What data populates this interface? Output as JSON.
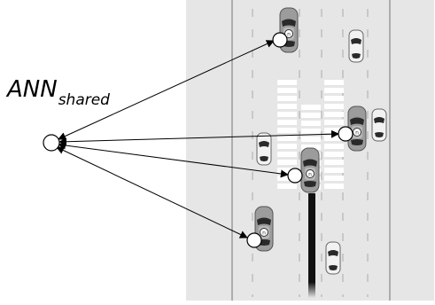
{
  "diagram": {
    "label_main": "ANN",
    "label_sub": "shared",
    "car_badge": "n",
    "colors": {
      "road": "#e6e6e6",
      "lane_marking": "#ffffff",
      "road_edge_line": "#9a9a9a",
      "crosswalk": "#ffffff",
      "skid_mark": "#111111",
      "agent_car_body": "#9c9c9c",
      "other_car_body": "#f2f2f2",
      "windshield": "#2a2a2a",
      "arrow": "#000000",
      "node_fill": "#ffffff",
      "node_stroke": "#000000"
    }
  }
}
